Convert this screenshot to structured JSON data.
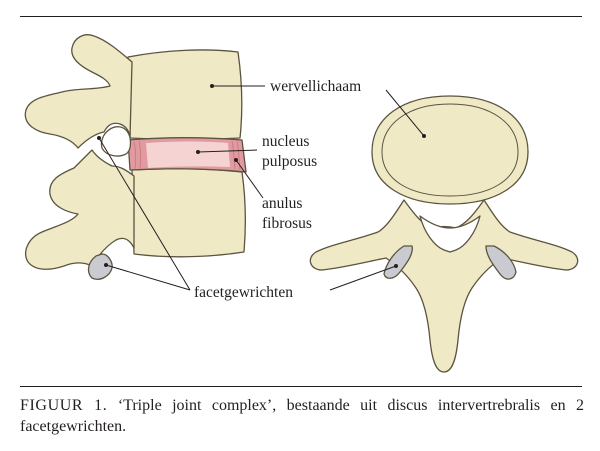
{
  "labels": {
    "vertebral_body": "wervellichaam",
    "nucleus_1": "nucleus",
    "nucleus_2": "pulposus",
    "anulus_1": "anulus",
    "anulus_2": "fibrosus",
    "facet_joints": "facetgewrichten"
  },
  "caption": {
    "figure_label": "FIGUUR 1.",
    "text": "‘Triple joint complex’, bestaande uit discus intervertrebralis en 2 facetgewrichten."
  },
  "colors": {
    "bone": "#efe9c6",
    "outline": "#5b5440",
    "disc_nucleus": "#f6d3d3",
    "disc_anulus": "#e19ba0",
    "cartilage": "#c9cbd0"
  }
}
